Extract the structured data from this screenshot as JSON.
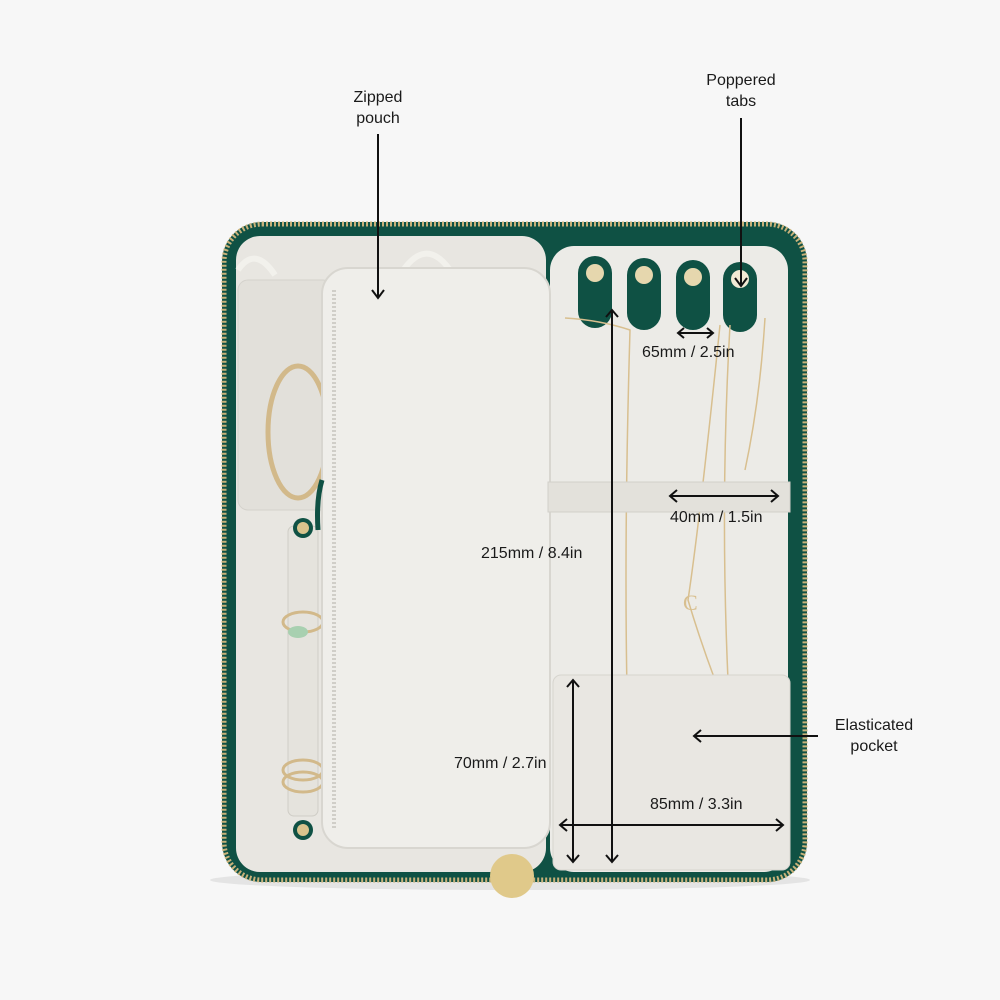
{
  "product": {
    "colors": {
      "body": "#0f5144",
      "lining": "#e8e6e1",
      "lining_light": "#efeeea",
      "zipper": "#c9b27a",
      "snap": "#d9c48d",
      "annotation": "#111111",
      "background": "#f7f7f7"
    }
  },
  "callouts": {
    "zipped_pouch": {
      "line1": "Zipped",
      "line2": "pouch"
    },
    "poppered_tabs": {
      "line1": "Poppered",
      "line2": "tabs"
    },
    "elasticated_pocket": {
      "line1": "Elasticated",
      "line2": "pocket"
    }
  },
  "dimensions": {
    "tab_spacing": "65mm / 2.5in",
    "elastic_band": "40mm / 1.5in",
    "panel_height": "215mm / 8.4in",
    "pocket_height": "70mm / 2.7in",
    "pocket_width": "85mm / 3.3in"
  }
}
